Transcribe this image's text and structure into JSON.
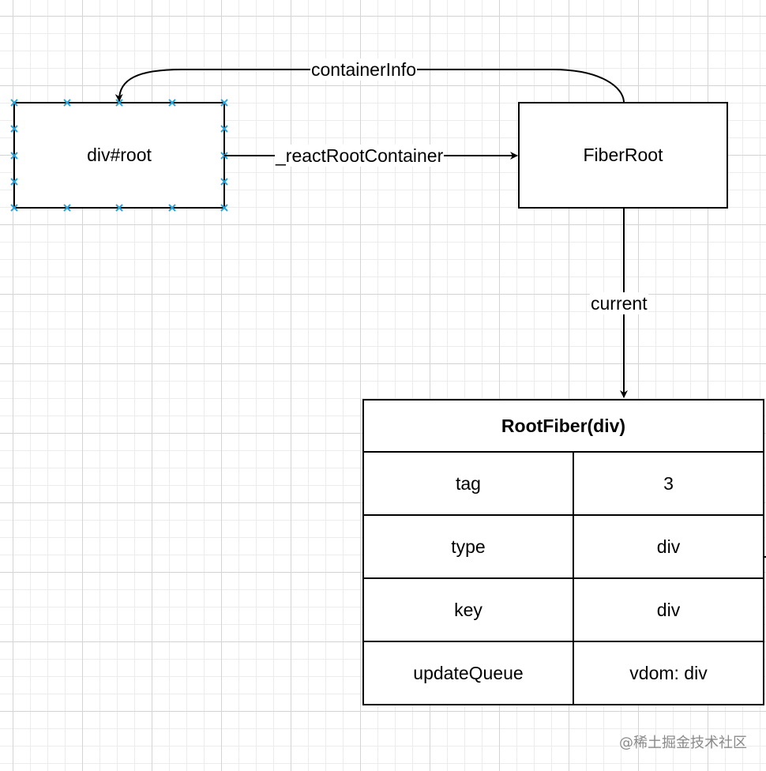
{
  "nodes": {
    "dom_root": {
      "label": "div#root"
    },
    "fiber_root": {
      "label": "FiberRoot"
    }
  },
  "edges": {
    "react_root_container": {
      "label": "_reactRootContainer"
    },
    "container_info": {
      "label": "containerInfo"
    },
    "current": {
      "label": "current"
    }
  },
  "root_fiber": {
    "title": "RootFiber(div)",
    "rows": [
      {
        "key": "tag",
        "value": "3"
      },
      {
        "key": "type",
        "value": "div"
      },
      {
        "key": "key",
        "value": "div"
      },
      {
        "key": "updateQueue",
        "value": "vdom: div"
      }
    ]
  },
  "watermark": "@稀土掘金技术社区",
  "colors": {
    "selection_handles": "#2aa3d8",
    "grid_major": "#d4d4d4",
    "grid_minor": "#ececec"
  }
}
